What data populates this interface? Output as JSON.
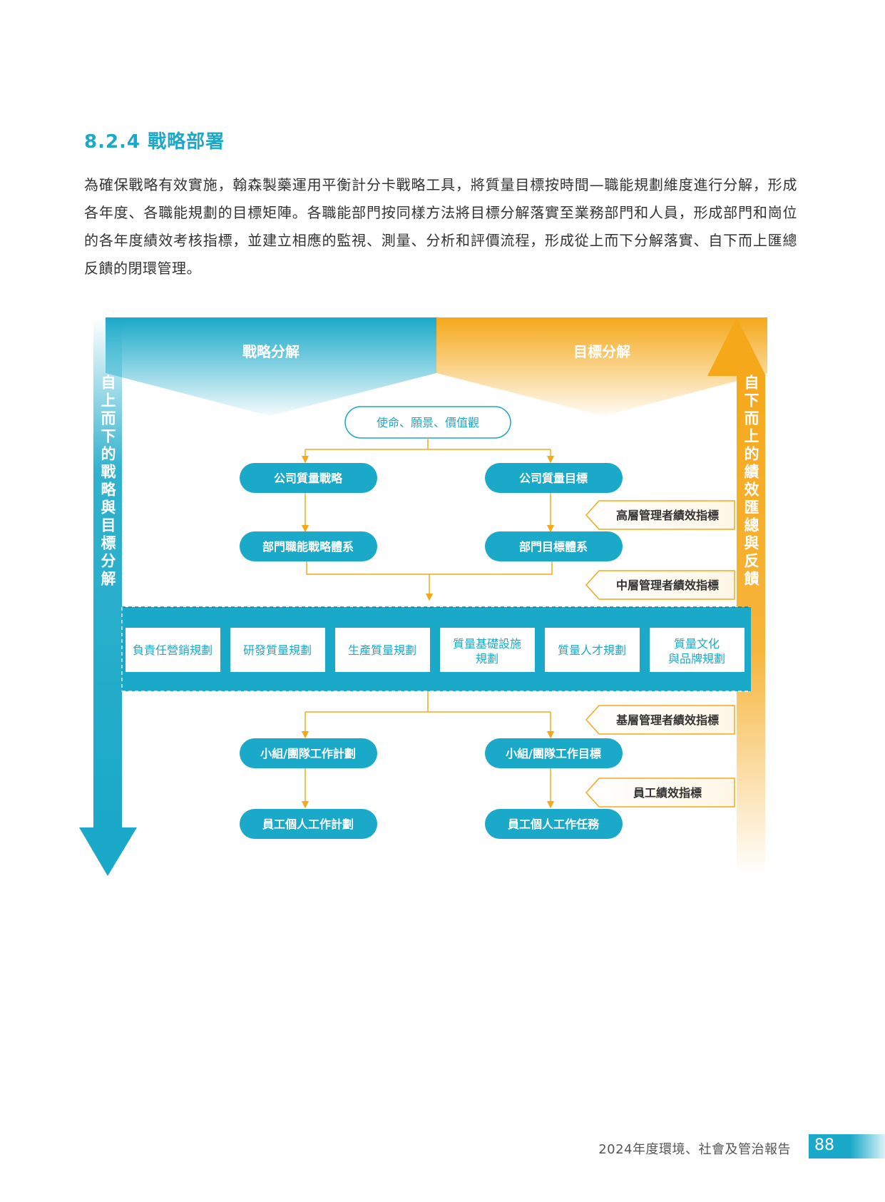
{
  "section": {
    "title": "8.2.4 戰略部署",
    "intro": "為確保戰略有效實施，翰森製藥運用平衡計分卡戰略工具，將質量目標按時間—職能規劃維度進行分解，形成各年度、各職能規劃的目標矩陣。各職能部門按同樣方法將目標分解落實至業務部門和人員，形成部門和崗位的各年度績效考核指標，並建立相應的監視、測量、分析和評價流程，形成從上而下分解落實、自下而上匯總反饋的閉環管理。"
  },
  "diagram": {
    "header_left": "戰略分解",
    "header_right": "目標分解",
    "left_arrow_label": "自上而下的戰略與目標分解",
    "right_arrow_label": "自下而上的績效匯總與反饋",
    "mission": "使命、願景、價值觀",
    "company_strategy": "公司質量戰略",
    "company_goal": "公司質量目標",
    "dept_strategy": "部門職能戰略體系",
    "dept_goal": "部門目標體系",
    "team_plan": "小組/團隊工作計劃",
    "team_goal": "小組/團隊工作目標",
    "staff_plan": "員工個人工作計劃",
    "staff_task": "員工個人工作任務",
    "kpi_senior": "高層管理者績效指標",
    "kpi_middle": "中層管理者績效指標",
    "kpi_base": "基層管理者績效指標",
    "kpi_staff": "員工績效指標",
    "plans": [
      {
        "line1": "負責任營銷規劃",
        "line2": ""
      },
      {
        "line1": "研發質量規劃",
        "line2": ""
      },
      {
        "line1": "生產質量規劃",
        "line2": ""
      },
      {
        "line1": "質量基礎設施",
        "line2": "規劃"
      },
      {
        "line1": "質量人才規劃",
        "line2": ""
      },
      {
        "line1": "質量文化",
        "line2": "與品牌規劃"
      }
    ]
  },
  "footer": {
    "report_title": "2024年度環境、社會及管治報告",
    "page_number": "88"
  },
  "colors": {
    "teal": "#1aa9c8",
    "orange": "#f5a81a"
  }
}
